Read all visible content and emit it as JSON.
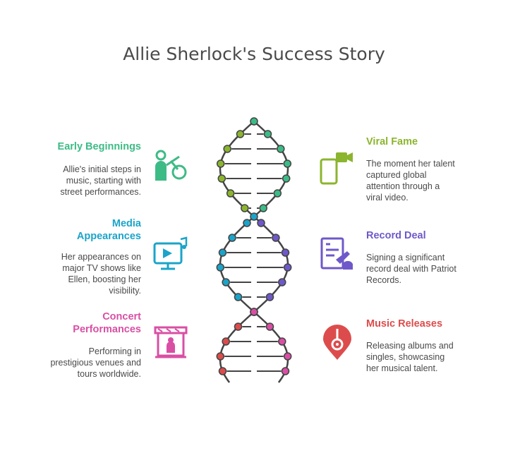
{
  "title": "Allie Sherlock's Success Story",
  "colors": {
    "green": "#3dbb86",
    "cyan": "#1ba4c9",
    "pink": "#d94fa4",
    "lime": "#8bb52e",
    "purple": "#6f58c9",
    "red": "#dd4c4c",
    "helix": "#444444"
  },
  "left_items": [
    {
      "title": "Early Beginnings",
      "desc": [
        "Allie's initial steps in",
        "music, starting with",
        "street performances."
      ],
      "icon": "singer-guitar-icon",
      "color": "#3dbb86"
    },
    {
      "title": [
        "Media",
        "Appearances"
      ],
      "desc": [
        "Her appearances on",
        "major TV shows like",
        "Ellen, boosting her",
        "visibility."
      ],
      "icon": "tv-music-icon",
      "color": "#1ba4c9"
    },
    {
      "title": [
        "Concert",
        "Performances"
      ],
      "desc": [
        "Performing in",
        "prestigious venues and",
        "tours worldwide."
      ],
      "icon": "stage-performer-icon",
      "color": "#d94fa4"
    }
  ],
  "right_items": [
    {
      "title": "Viral Fame",
      "desc": [
        "The moment her talent",
        "captured global",
        "attention through a",
        "viral video."
      ],
      "icon": "phone-video-icon",
      "color": "#8bb52e"
    },
    {
      "title": "Record Deal",
      "desc": [
        "Signing a significant",
        "record deal with Patriot",
        "Records."
      ],
      "icon": "contract-signing-icon",
      "color": "#6f58c9"
    },
    {
      "title": "Music Releases",
      "desc": [
        "Releasing albums and",
        "singles, showcasing",
        "her musical talent."
      ],
      "icon": "guitar-pin-icon",
      "color": "#dd4c4c"
    }
  ]
}
